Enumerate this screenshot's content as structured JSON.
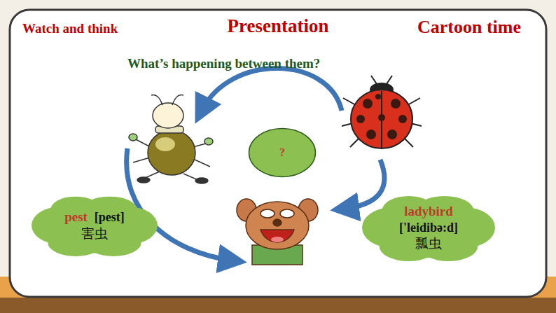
{
  "diagram": {
    "title": "Presentation",
    "nodes": [
      {
        "text": [
          "?"
        ]
      },
      {
        "text": [
          "pest",
          "[pest]",
          "害虫"
        ]
      },
      {
        "text": [
          "ladybird",
          "['leidibə:d]",
          "瓢虫"
        ]
      }
    ],
    "labels": [
      "Watch and think",
      "Cartoon time",
      "What’s happening between them?"
    ]
  }
}
